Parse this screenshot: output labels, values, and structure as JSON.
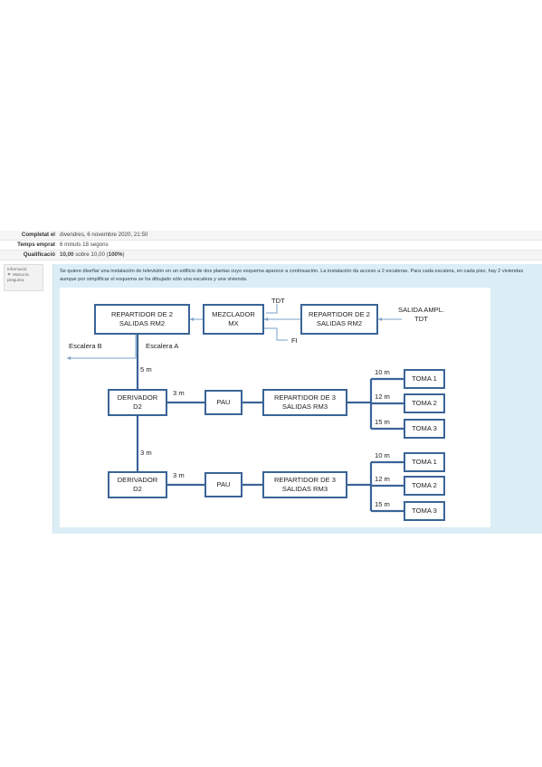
{
  "summary": {
    "rows": [
      {
        "label": "Completat el",
        "value": "divendres, 6 novembre 2020, 21:50"
      },
      {
        "label": "Temps emprat",
        "value": "6 minuts 18 segons"
      },
      {
        "label": "Qualificació",
        "value_bold": "10,00",
        "value_mid": " sobre 10,00 (",
        "value_pct": "100%",
        "value_end": ")"
      }
    ]
  },
  "info": {
    "title": "Informació",
    "flag_label": "Marca la pregunta",
    "flag_icon": "flag-icon"
  },
  "question": {
    "text": "Se quiere diseñar una instalación de televisión en un edificio de dos plantas cuyo esquema aparece a continuación. La instalación da acceso a 2 escaleras. Para cada escalera, en cada piso, hay 2 viviendas aunque por simplificar el esquema se ha dibujado sólo una escalera y una vivienda."
  },
  "diagram": {
    "rm2_left": [
      "REPARTIDOR DE 2",
      "SALIDAS RM2"
    ],
    "mezclador": [
      "MEZCLADOR",
      "MX"
    ],
    "rm2_right": [
      "REPARTIDOR DE 2",
      "SALIDAS RM2"
    ],
    "tdt_top": "TDT",
    "salida_ampl": [
      "SALIDA AMPL.",
      "TDT"
    ],
    "fi": "FI",
    "escalera_b": "Escalera B",
    "escalera_a": "Escalera A",
    "dist_5m": "5 m",
    "dist_3m_vert": "3 m",
    "floor1": {
      "derivador": [
        "DERIVADOR",
        "D2"
      ],
      "dist": "3 m",
      "pau": "PAU",
      "rm3": [
        "REPARTIDOR DE 3",
        "SALIDAS RM3"
      ],
      "tomas": [
        {
          "dist": "10 m",
          "label": "TOMA 1"
        },
        {
          "dist": "12 m",
          "label": "TOMA 2"
        },
        {
          "dist": "15 m",
          "label": "TOMA 3"
        }
      ]
    },
    "floor2": {
      "derivador": [
        "DERIVADOR",
        "D2"
      ],
      "dist": "3 m",
      "pau": "PAU",
      "rm3": [
        "REPARTIDOR DE 3",
        "SALIDAS RM3"
      ],
      "tomas": [
        {
          "dist": "10 m",
          "label": "TOMA 1"
        },
        {
          "dist": "12 m",
          "label": "TOMA 2"
        },
        {
          "dist": "15 m",
          "label": "TOMA 3"
        }
      ]
    }
  }
}
